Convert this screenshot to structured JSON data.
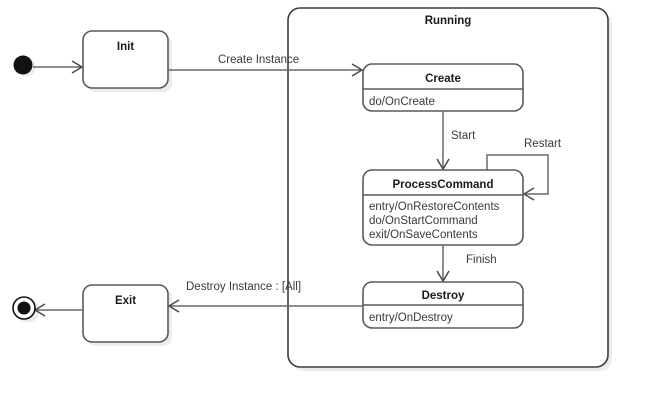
{
  "diagram": {
    "type": "uml-state-machine",
    "title": "Running",
    "background_color": "#ffffff",
    "line_color": "#5a5a5a",
    "text_color": "#2a2a2a",
    "shadow_color": "#ececec"
  },
  "composite_state": {
    "name": "Running",
    "label": "Running"
  },
  "nodes": {
    "initial": {
      "name": "initial-pseudostate",
      "label": ""
    },
    "final": {
      "name": "final-state",
      "label": ""
    }
  },
  "states": [
    {
      "id": "init",
      "title": "Init",
      "activities": []
    },
    {
      "id": "exit",
      "title": "Exit",
      "activities": []
    },
    {
      "id": "create",
      "title": "Create",
      "activities": [
        "do/OnCreate"
      ]
    },
    {
      "id": "process_command",
      "title": "ProcessCommand",
      "activities": [
        "entry/OnRestoreContents",
        "do/OnStartCommand",
        "exit/OnSaveContents"
      ]
    },
    {
      "id": "destroy",
      "title": "Destroy",
      "activities": [
        "entry/OnDestroy"
      ]
    }
  ],
  "transitions": [
    {
      "id": "start_to_init",
      "label": "",
      "from": "initial",
      "to": "init"
    },
    {
      "id": "init_to_create",
      "label": "Create Instance",
      "from": "init",
      "to": "create"
    },
    {
      "id": "create_to_process",
      "label": "Start",
      "from": "create",
      "to": "process_command"
    },
    {
      "id": "process_self",
      "label": "Restart",
      "from": "process_command",
      "to": "process_command"
    },
    {
      "id": "process_to_destroy",
      "label": "Finish",
      "from": "process_command",
      "to": "destroy"
    },
    {
      "id": "destroy_to_exit",
      "label": "Destroy Instance :  [All]",
      "from": "destroy",
      "to": "exit"
    },
    {
      "id": "exit_to_final",
      "label": "",
      "from": "exit",
      "to": "final"
    }
  ]
}
